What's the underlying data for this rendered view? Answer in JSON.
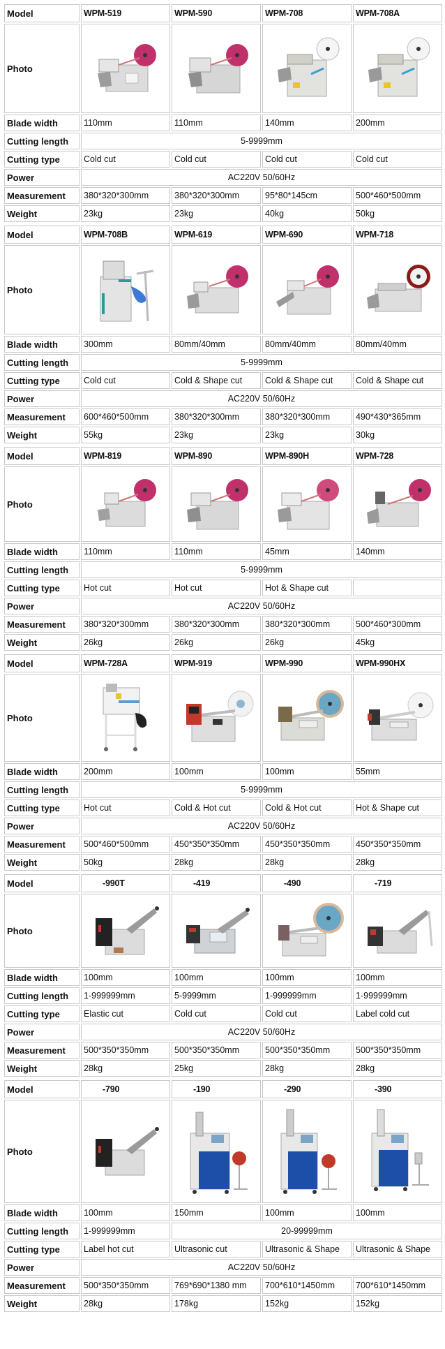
{
  "row_labels": {
    "model": "Model",
    "photo": "Photo",
    "blade_width": "Blade width",
    "cutting_length": "Cutting length",
    "cutting_type": "Cutting type",
    "power": "Power",
    "measurement": "Measurement",
    "weight": "Weight"
  },
  "blocks": [
    {
      "models": [
        "WPM-519",
        "WPM-590",
        "WPM-708",
        "WPM-708A"
      ],
      "photos": [
        "machine-photo-pink-reel",
        "machine-photo-pink-reel",
        "machine-photo-white-reel",
        "machine-photo-white-reel"
      ],
      "blade_width": [
        "110mm",
        "110mm",
        "140mm",
        "200mm"
      ],
      "cutting_length": "5-9999mm",
      "cutting_type": [
        "Cold cut",
        "Cold cut",
        "Cold cut",
        "Cold cut"
      ],
      "power": "AC220V 50/60Hz",
      "measurement": [
        "380*320*300mm",
        "380*320*300mm",
        "95*80*145cm",
        "500*460*500mm"
      ],
      "weight": [
        "23kg",
        "23kg",
        "40kg",
        "50kg"
      ]
    },
    {
      "models": [
        "WPM-708B",
        "WPM-619",
        "WPM-690",
        "WPM-718"
      ],
      "photos": [
        "machine-photo-cabinet-blue-stand",
        "machine-photo-pink-reel",
        "machine-photo-pink-reel",
        "machine-photo-red-reel"
      ],
      "blade_width": [
        "300mm",
        "80mm/40mm",
        "80mm/40mm",
        "80mm/40mm"
      ],
      "cutting_length": "5-9999mm",
      "cutting_type": [
        "Cold cut",
        "Cold & Shape cut",
        "Cold & Shape cut",
        "Cold & Shape cut"
      ],
      "power": "AC220V 50/60Hz",
      "measurement": [
        "600*460*500mm",
        "380*320*300mm",
        "380*320*300mm",
        "490*430*365mm"
      ],
      "weight": [
        "55kg",
        "23kg",
        "23kg",
        "30kg"
      ]
    },
    {
      "models": [
        "WPM-819",
        "WPM-890",
        "WPM-890H",
        "WPM-728"
      ],
      "photos": [
        "machine-photo-pink-reel",
        "machine-photo-pink-reel",
        "machine-photo-pink-reel",
        "machine-photo-pink-reel"
      ],
      "blade_width": [
        "110mm",
        "110mm",
        "45mm",
        "140mm"
      ],
      "cutting_length": "5-9999mm",
      "cutting_type": [
        "Hot cut",
        "Hot cut",
        "Hot & Shape cut",
        ""
      ],
      "power": "AC220V 50/60Hz",
      "measurement": [
        "380*320*300mm",
        "380*320*300mm",
        "380*320*300mm",
        "500*460*300mm"
      ],
      "weight": [
        "26kg",
        "26kg",
        "26kg",
        "45kg"
      ]
    },
    {
      "models": [
        "WPM-728A",
        "WPM-919",
        "WPM-990",
        "WPM-990HX"
      ],
      "photos": [
        "machine-photo-stand-black-reel",
        "machine-photo-white-reel",
        "machine-photo-blue-reel",
        "machine-photo-white-reel"
      ],
      "blade_width": [
        "200mm",
        "100mm",
        "100mm",
        "55mm"
      ],
      "cutting_length": "5-9999mm",
      "cutting_type": [
        "Hot cut",
        "Cold & Hot cut",
        "Cold & Hot cut",
        "Hot & Shape cut"
      ],
      "power": "AC220V 50/60Hz",
      "measurement": [
        "500*460*500mm",
        "450*350*350mm",
        "450*350*350mm",
        "450*350*350mm"
      ],
      "weight": [
        "50kg",
        "28kg",
        "28kg",
        "28kg"
      ]
    },
    {
      "models": [
        "-990T",
        "-419",
        "-490",
        "-719"
      ],
      "photos": [
        "machine-photo-arm-feeder",
        "machine-photo-arm-feeder",
        "machine-photo-blue-reel",
        "machine-photo-arm-feeder"
      ],
      "blade_width": [
        "100mm",
        "100mm",
        "100mm",
        "100mm"
      ],
      "cutting_length": [
        "1-999999mm",
        "5-9999mm",
        "1-999999mm",
        "1-999999mm"
      ],
      "cutting_type": [
        "Elastic cut",
        "Cold cut",
        "Cold cut",
        "Label cold cut"
      ],
      "power": "AC220V 50/60Hz",
      "measurement": [
        "500*350*350mm",
        "500*350*350mm",
        "500*350*350mm",
        "500*350*350mm"
      ],
      "weight": [
        "28kg",
        "25kg",
        "28kg",
        "28kg"
      ]
    },
    {
      "models": [
        "-790",
        "-190",
        "-290",
        "-390"
      ],
      "photos": [
        "machine-photo-arm-feeder",
        "machine-photo-ultrasonic-cabinet",
        "machine-photo-ultrasonic-cabinet",
        "machine-photo-ultrasonic-cabinet"
      ],
      "blade_width": [
        "100mm",
        "150mm",
        "100mm",
        "100mm"
      ],
      "cutting_length_first": "1-999999mm",
      "cutting_length_rest": "20-99999mm",
      "cutting_type": [
        "Label hot cut",
        "Ultrasonic cut",
        "Ultrasonic & Shape",
        "Ultrasonic & Shape"
      ],
      "power": "AC220V 50/60Hz",
      "measurement": [
        "500*350*350mm",
        "769*690*1380 mm",
        "700*610*1450mm",
        "700*610*1450mm"
      ],
      "weight": [
        "28kg",
        "178kg",
        "152kg",
        "152kg"
      ]
    }
  ],
  "colors": {
    "border": "#c9c9c9",
    "text": "#111111",
    "reel_pink": "#c0306a",
    "cabinet_blue": "#1d4fa8",
    "machine_gray": "#d9d9d9"
  }
}
